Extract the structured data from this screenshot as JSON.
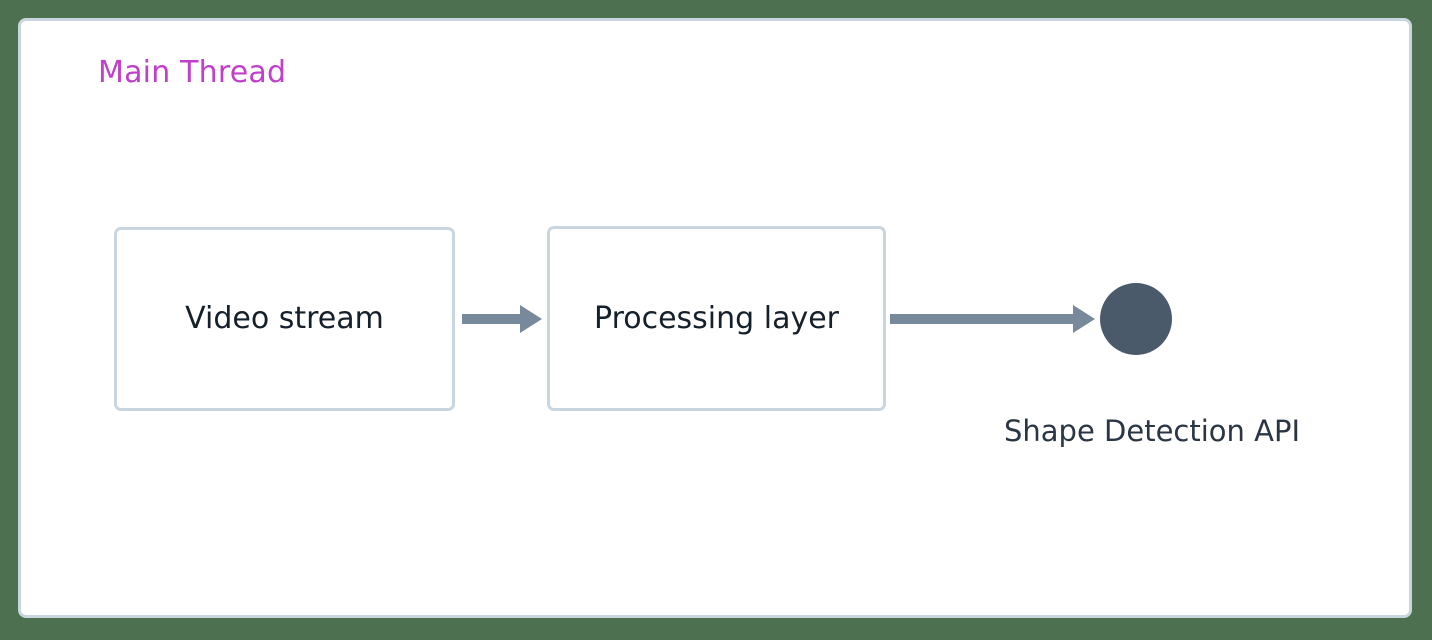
{
  "diagram": {
    "type": "flow-diagram",
    "background_color": "#4d7050",
    "lane": {
      "title": "Main Thread",
      "title_color": "#c13fcb",
      "background_color": "#ffffff",
      "border_color": "#c9d6e0"
    },
    "nodes": [
      {
        "id": "video-stream",
        "label": "Video stream",
        "shape": "rounded-rectangle",
        "fill": "#ffffff",
        "border_color": "#c9d6e0",
        "text_color": "#16202b"
      },
      {
        "id": "processing-layer",
        "label": "Processing layer",
        "shape": "rounded-rectangle",
        "fill": "#ffffff",
        "border_color": "#c9d6e0",
        "text_color": "#16202b"
      },
      {
        "id": "shape-detection-api",
        "label": "Shape Detection API",
        "shape": "circle",
        "fill": "#4b5a6b",
        "text_color": "#2b3644"
      }
    ],
    "edges": [
      {
        "id": "video-to-processing",
        "from": "video-stream",
        "to": "processing-layer",
        "label": "",
        "color": "#78899b",
        "direction": "right"
      },
      {
        "id": "processing-to-api",
        "from": "processing-layer",
        "to": "shape-detection-api",
        "label": "",
        "color": "#78899b",
        "direction": "right"
      }
    ]
  }
}
